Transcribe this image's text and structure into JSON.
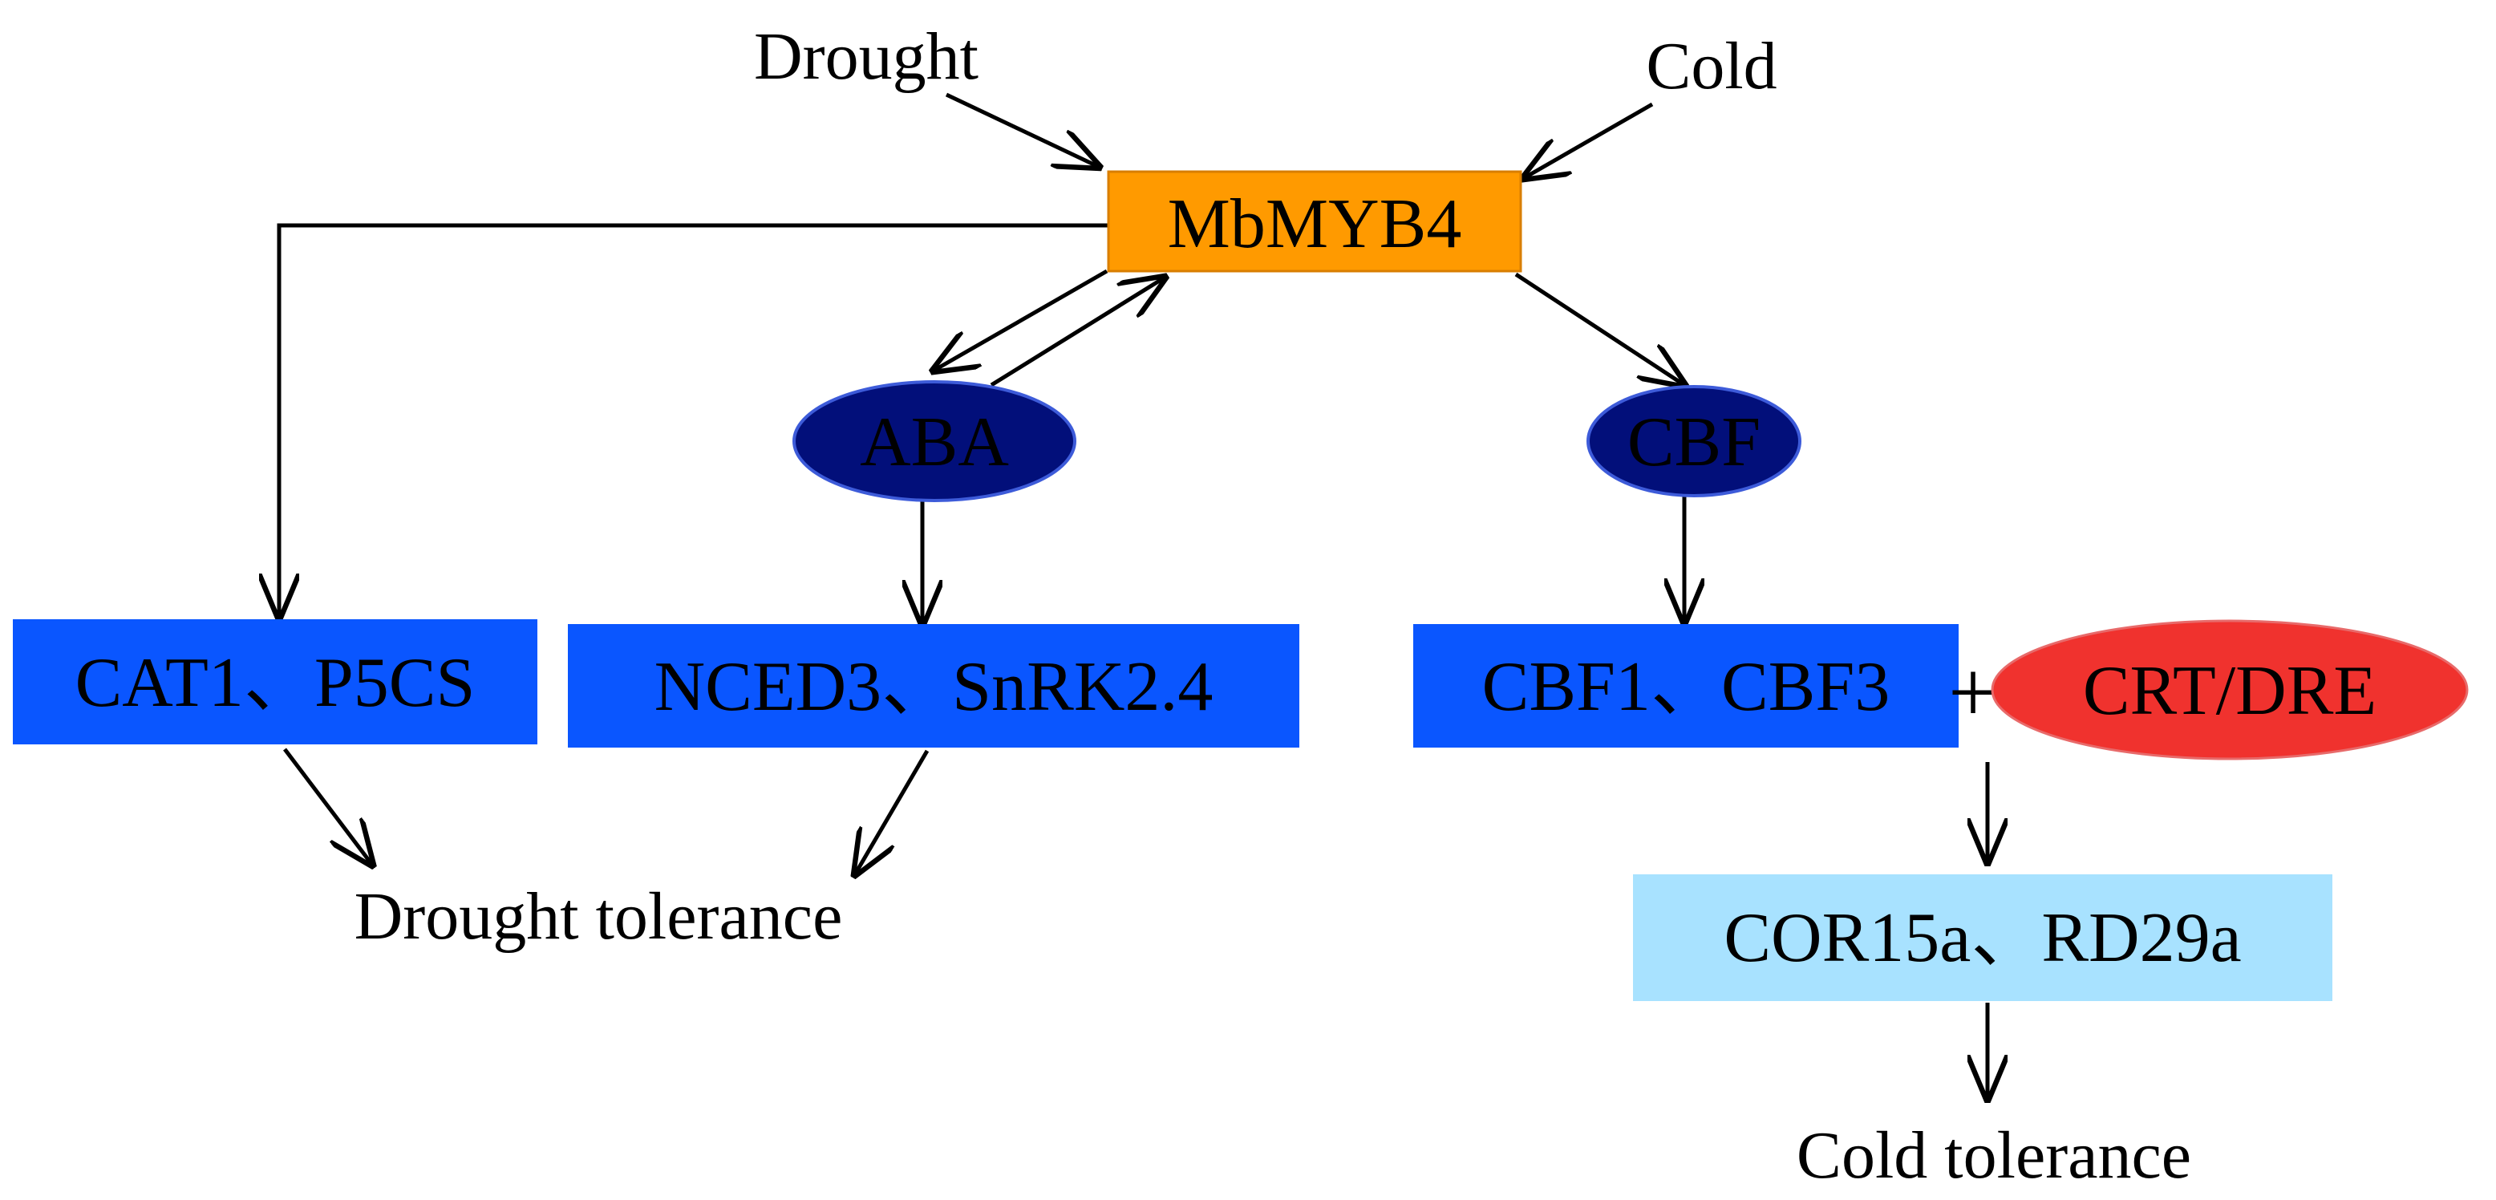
{
  "colors": {
    "regulator": "#FF9A00",
    "hormone_oval": "#020F7A",
    "gene_box": "#0A56FF",
    "element_oval": "#F0322E",
    "target_box": "#A8E2FF",
    "text": "#000000"
  },
  "stimuli": {
    "drought": "Drought",
    "cold": "Cold"
  },
  "regulator": {
    "label": "MbMYB4"
  },
  "mediators": {
    "aba": "ABA",
    "cbf": "CBF"
  },
  "genes": {
    "cat1_p5cs": "CAT1、P5CS",
    "nced3_snrk": "NCED3、SnRK2.4",
    "cbf1_cbf3": "CBF1、CBF3",
    "plus": "+",
    "crt_dre": "CRT/DRE",
    "cor_rd": "COR15a、RD29a"
  },
  "outcomes": {
    "drought_tolerance": "Drought tolerance",
    "cold_tolerance": "Cold tolerance"
  }
}
